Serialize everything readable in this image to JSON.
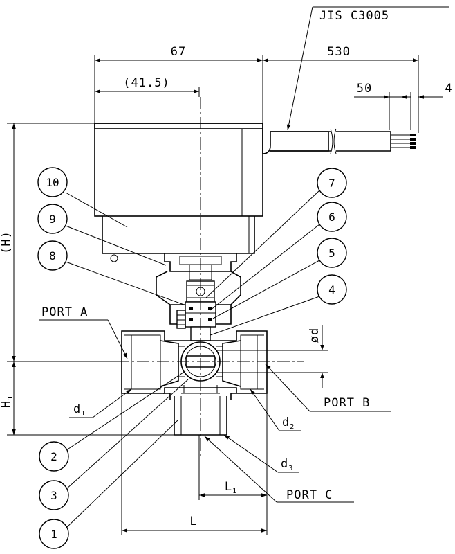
{
  "dimensions": {
    "width_67": "67",
    "width_41_5": "(41.5)",
    "cable_530": "530",
    "strip_50": "50",
    "strip_4": "4",
    "height_h": "(H)",
    "h1": "H",
    "h1_sub": "1",
    "l": "L",
    "l1": "L",
    "l1_sub": "1",
    "phi_d": "ød",
    "d1": "d",
    "d1_sub": "1",
    "d2": "d",
    "d2_sub": "2",
    "d3": "d",
    "d3_sub": "3"
  },
  "labels": {
    "jis": "JIS C3005",
    "port_a": "PORT A",
    "port_b": "PORT B",
    "port_c": "PORT C"
  },
  "parts": {
    "p1": "1",
    "p2": "2",
    "p3": "3",
    "p4": "4",
    "p5": "5",
    "p6": "6",
    "p7": "7",
    "p8": "8",
    "p9": "9",
    "p10": "10"
  }
}
